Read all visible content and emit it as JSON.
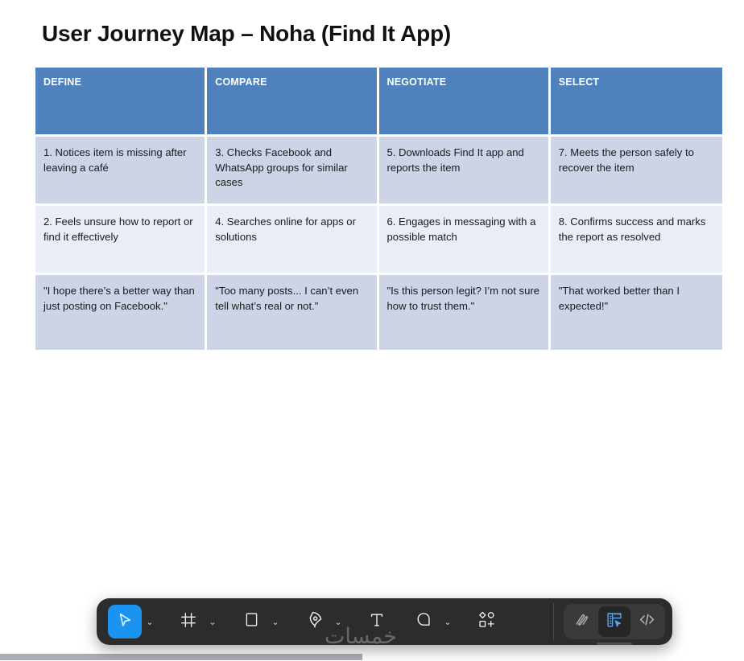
{
  "slide": {
    "title": "User Journey Map – Noha (Find It App)"
  },
  "table": {
    "columns": [
      "DEFINE",
      "COMPARE",
      "NEGOTIATE",
      "SELECT"
    ],
    "rows": [
      [
        "1. Notices item is missing after leaving a café",
        "3. Checks Facebook and WhatsApp groups for similar cases",
        "5. Downloads Find It app and reports the item",
        "7. Meets the person safely to recover the item"
      ],
      [
        "2. Feels unsure how to report or find it effectively",
        "4. Searches online for apps or solutions",
        "6. Engages in messaging with a possible match",
        "8. Confirms success and marks the report as resolved"
      ],
      [
        "\"I hope there’s a better way than just posting on Facebook.\"",
        "\"Too many posts... I can’t even tell what’s real or not.\"",
        "\"Is this person legit? I’m not sure how to trust them.\"",
        "\"That worked better than I expected!\""
      ]
    ]
  },
  "toolbar": {
    "tools": [
      {
        "name": "move-tool",
        "label": "Move",
        "active": true,
        "caret": true
      },
      {
        "name": "frame-tool",
        "label": "Frame",
        "active": false,
        "caret": true
      },
      {
        "name": "rectangle-tool",
        "label": "Rectangle",
        "active": false,
        "caret": true
      },
      {
        "name": "pen-tool",
        "label": "Pen",
        "active": false,
        "caret": true
      },
      {
        "name": "text-tool",
        "label": "Text",
        "active": false,
        "caret": false
      },
      {
        "name": "comment-tool",
        "label": "Comment",
        "active": false,
        "caret": true
      },
      {
        "name": "actions-tool",
        "label": "Actions",
        "active": false,
        "caret": false
      }
    ],
    "right_tools": [
      {
        "name": "scribble-tool",
        "label": "Annotate",
        "active": false
      },
      {
        "name": "measure-tool",
        "label": "Dev mode",
        "active": true
      },
      {
        "name": "code-tool",
        "label": "Code",
        "active": false
      }
    ],
    "caret_glyph": "⌄",
    "accent_color": "#1a94f0",
    "background_color": "#2c2c2c"
  },
  "watermark": {
    "text": "خمسات"
  },
  "colors": {
    "header_blue": "#4f81bd",
    "row_dark": "#ccd4e6",
    "row_light": "#e9edf6"
  }
}
